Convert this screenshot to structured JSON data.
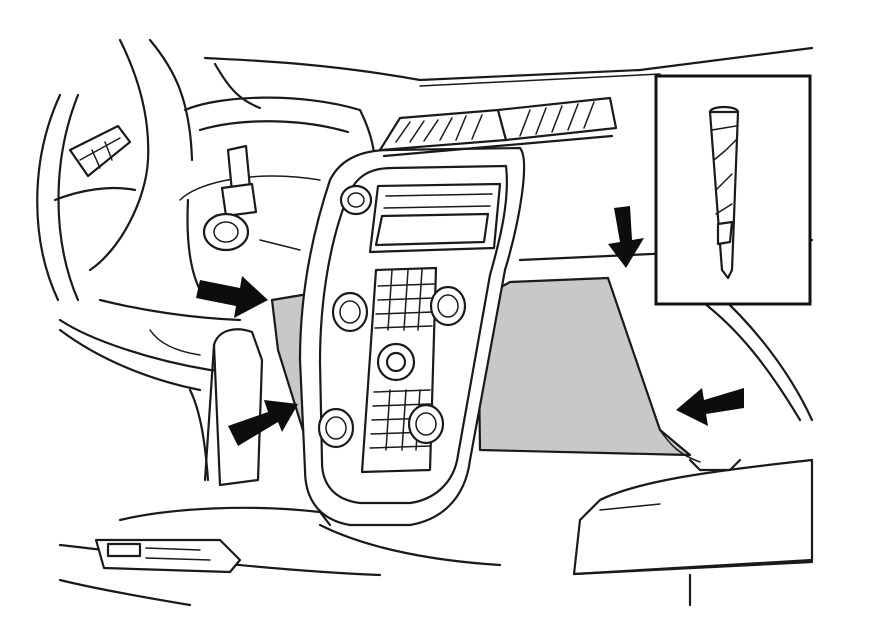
{
  "colors": {
    "line": "#1a1a1a",
    "trim_panel": "#c8c8c8",
    "arrow": "#0d0d0d",
    "background": "#ffffff"
  },
  "icons": {
    "arrows": [
      "arrow-left-upper",
      "arrow-left-lower",
      "arrow-top-right",
      "arrow-right"
    ],
    "inset_tool": "trim-removal-tool-icon"
  }
}
